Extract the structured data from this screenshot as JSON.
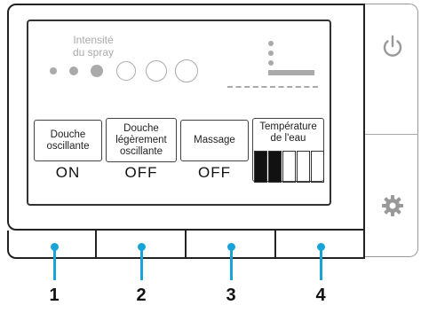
{
  "spray_intensity": {
    "label_line1": "Intensité",
    "label_line2": "du spray",
    "level": 3,
    "max": 6
  },
  "modes": [
    {
      "label": "Douche oscillante",
      "state": "ON"
    },
    {
      "label": "Douche légèrement oscillante",
      "state": "OFF"
    },
    {
      "label": "Massage",
      "state": "OFF"
    }
  ],
  "mode_label_lines": [
    [
      "Douche",
      "oscillante"
    ],
    [
      "Douche",
      "légèrement",
      "oscillante"
    ],
    [
      "Massage"
    ]
  ],
  "water_temperature": {
    "label_line1": "Température",
    "label_line2": "de l'eau",
    "level": 2,
    "max": 5
  },
  "side_buttons": {
    "power_icon": "power-icon",
    "settings_icon": "gear-icon"
  },
  "soft_keys": [
    "1",
    "2",
    "3",
    "4"
  ],
  "colors": {
    "pointer": "#1aa3d9",
    "inactive_gray": "#aaaaaa",
    "outline": "#222222"
  }
}
